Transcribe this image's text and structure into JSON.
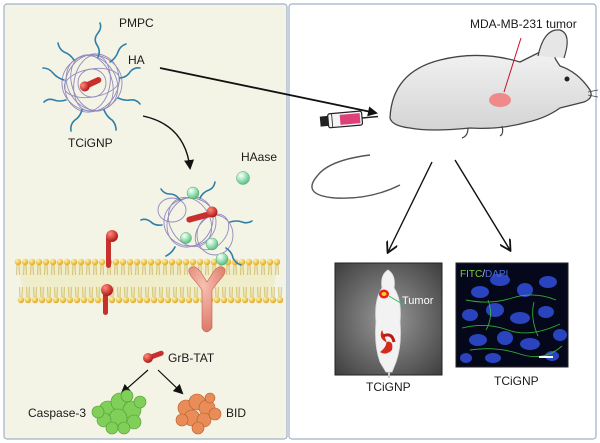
{
  "labels": {
    "pmpc": "PMPC",
    "ha": "HA",
    "tcignp_top": "TCiGNP",
    "haase": "HAase",
    "tumor_model": "MDA-MB-231 tumor",
    "grb_tat": "GrB-TAT",
    "caspase": "Caspase-3",
    "bid": "BID",
    "tumor": "Tumor",
    "fitc": "FITC",
    "slash": "/",
    "dapi": "DAPI",
    "caption_invivo": "TCiGNP",
    "caption_fitc": "TCiGNP"
  },
  "colors": {
    "left_panel_bg": "#f3f4e6",
    "right_panel_bg": "#ffffff",
    "membrane_head": "#f0c030",
    "membrane_tail": "#c8b860",
    "tcignp_core": "#c8102e",
    "pmpc_strand": "#2e7fa8",
    "ha_mesh": "#8a7fb8",
    "haase": "#8fd8a8",
    "receptor": "#e8897a",
    "grb_tat": "#c8302e",
    "caspase": "#7fcf58",
    "bid": "#e88c58",
    "tumor_spot": "#f08a8a",
    "fitc_text": "#7ccf3a",
    "dapi_text": "#4a6fd8"
  }
}
